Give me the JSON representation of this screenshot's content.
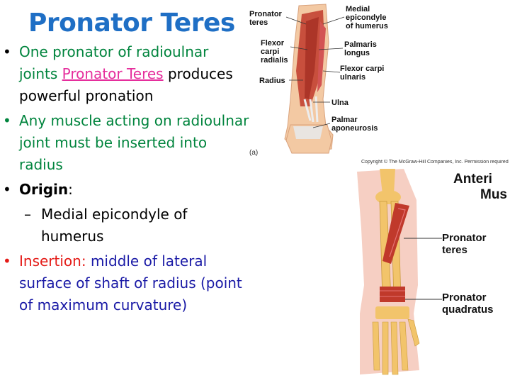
{
  "slide": {
    "title": "Pronator Teres"
  },
  "bullets": {
    "b1": {
      "text_before": "One pronator of radioulnar joints ",
      "link": "Pronator Teres",
      "text_after": " produces powerful pronation"
    },
    "b2": {
      "text": "Any muscle acting on radioulnar joint must be inserted into radius"
    },
    "b3": {
      "label": "Origin",
      "colon": ":"
    },
    "b3_sub": {
      "dash": "–",
      "text": "Medial epicondyle of humerus"
    },
    "b4": {
      "label": "Insertion: ",
      "text": "middle of lateral surface of shaft of radius (point of maximum curvature)"
    }
  },
  "figure_top": {
    "labels": {
      "pronator_teres_1": "Pronator",
      "pronator_teres_2": "teres",
      "flexor_carpi_radialis_1": "Flexor",
      "flexor_carpi_radialis_2": "carpi",
      "flexor_carpi_radialis_3": "radialis",
      "radius": "Radius",
      "medial_epicondyle_1": "Medial",
      "medial_epicondyle_2": "epicondyle",
      "medial_epicondyle_3": "of humerus",
      "palmaris_longus_1": "Palmaris",
      "palmaris_longus_2": "longus",
      "flexor_carpi_ulnaris_1": "Flexor carpi",
      "flexor_carpi_ulnaris_2": "ulnaris",
      "ulna": "Ulna",
      "palmar_aponeurosis_1": "Palmar",
      "palmar_aponeurosis_2": "aponeurosis",
      "panel_letter": "(a)"
    }
  },
  "figure_bottom": {
    "copyright": "Copyright © The McGraw-Hill Companies, Inc. Permission required",
    "title_line1": "Anteri",
    "title_line2": "Mus",
    "label_pronator_teres_1": "Pronator",
    "label_pronator_teres_2": "teres",
    "label_pronator_quadratus_1": "Pronator",
    "label_pronator_quadratus_2": "quadratus"
  },
  "colors": {
    "title": "#1F6FC5",
    "green_text": "#00843D",
    "link_pink": "#E52E9C",
    "insertion_red": "#E41B17",
    "insertion_blue": "#1A1AA6",
    "muscle_red": "#C0392B",
    "bone": "#F2C46B"
  }
}
